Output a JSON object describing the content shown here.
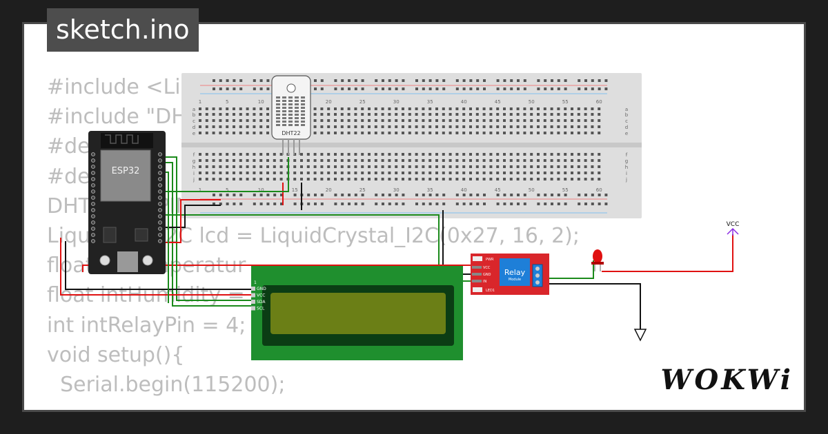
{
  "title": "sketch.ino",
  "code_lines": [
    "#include <Lic",
    "#include \"DH",
    "#de     TT",
    "#de     T",
    "DHT          PIN, DHTTYPE);",
    "Liqu      al_I2C lcd = LiquidCrystal_I2C(0x27, 16, 2);",
    "float intTemperatur",
    "float intHumidity = 0",
    "int intRelayPin = 4;",
    "void setup(){",
    "  Serial.begin(115200);"
  ],
  "components": {
    "esp32_label": "ESP32",
    "dht_label": "DHT22",
    "relay_label": "Relay",
    "relay_sub": "Module",
    "relay_pins": [
      "VCC",
      "GND",
      "IN"
    ],
    "relay_top": "PWR",
    "relay_bottom": "LED1",
    "lcd_pins": [
      "GND",
      "VCC",
      "SDA",
      "SCL"
    ],
    "lcd_pin1": "1",
    "vcc_label": "VCC"
  },
  "breadboard": {
    "col_numbers": [
      "1",
      "5",
      "10",
      "15",
      "20",
      "25",
      "30",
      "35",
      "40",
      "45",
      "50",
      "55",
      "60"
    ],
    "rows_top": [
      "a",
      "b",
      "c",
      "d",
      "e"
    ],
    "rows_bottom": [
      "f",
      "g",
      "h",
      "i",
      "j"
    ]
  },
  "colors": {
    "wire_green": "#1a8a1a",
    "wire_red": "#e01010",
    "wire_black": "#111111",
    "wire_purple": "#8a2be2",
    "relay_red": "#d9262b",
    "relay_blue": "#1e7fd8",
    "lcd_green": "#1f8f2e",
    "lcd_screen": "#6b7f16"
  },
  "logo": "WOKWi"
}
